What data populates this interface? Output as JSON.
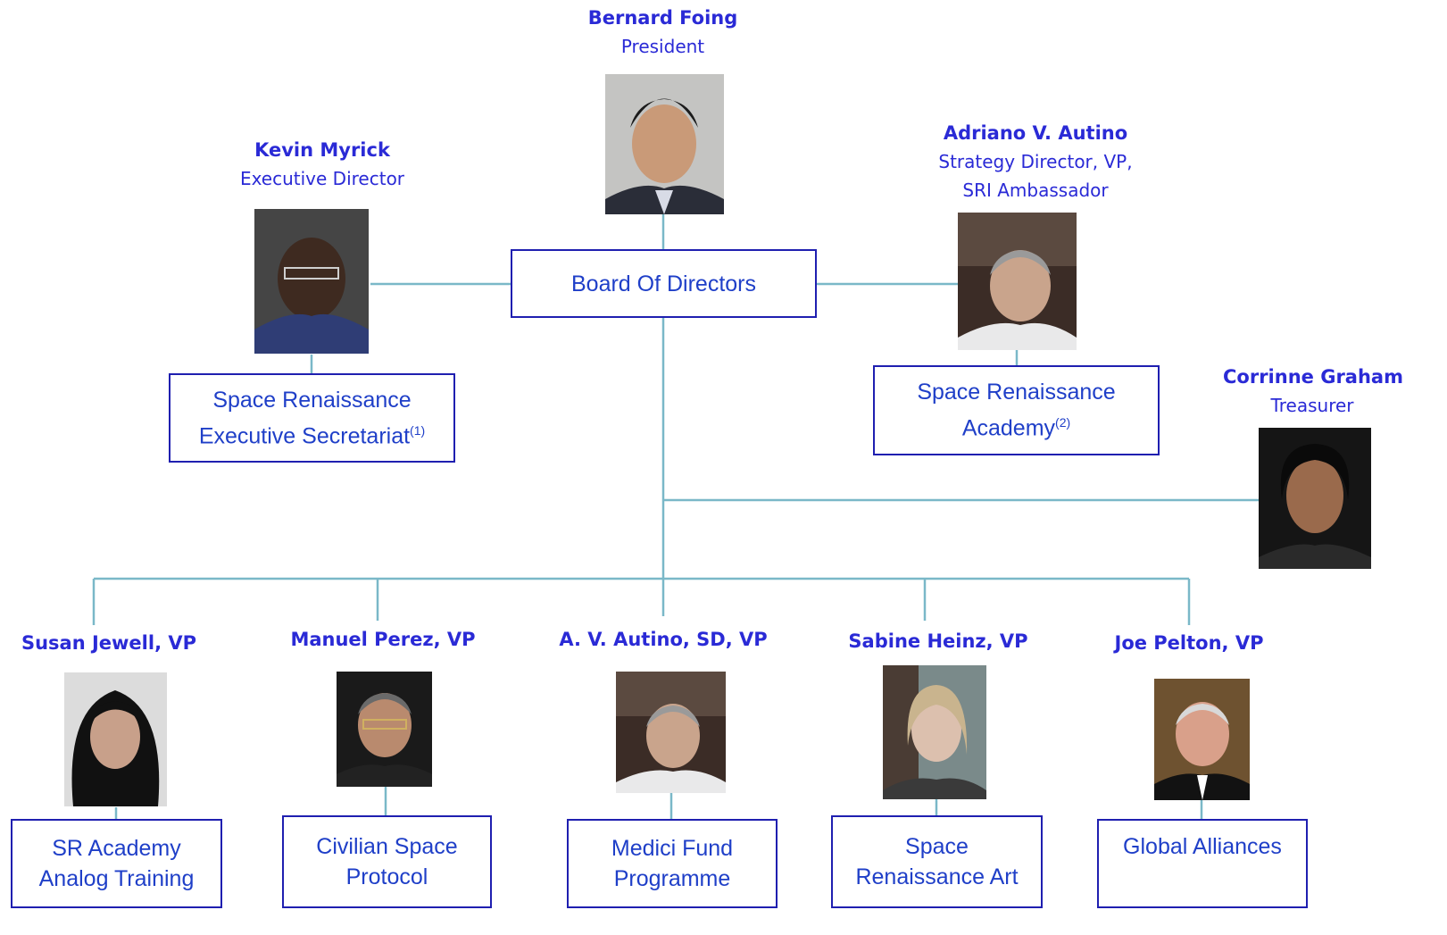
{
  "people": {
    "president": {
      "name": "Bernard Foing",
      "role": "President"
    },
    "executive_director": {
      "name": "Kevin Myrick",
      "role": "Executive Director"
    },
    "strategy_director": {
      "name": "Adriano V. Autino",
      "role_line1": "Strategy Director, VP,",
      "role_line2": "SRI Ambassador"
    },
    "treasurer": {
      "name": "Corrinne Graham",
      "role": "Treasurer"
    },
    "vp1": {
      "name": "Susan Jewell, VP"
    },
    "vp2": {
      "name": "Manuel Perez, VP"
    },
    "vp3": {
      "name": "A. V. Autino, SD, VP"
    },
    "vp4": {
      "name": "Sabine Heinz, VP"
    },
    "vp5": {
      "name": "Joe Pelton, VP"
    }
  },
  "boxes": {
    "board": "Board Of Directors",
    "secretariat_line1": "Space Renaissance",
    "secretariat_line2": "Executive Secretariat",
    "secretariat_note": "(1)",
    "academy_line1": "Space Renaissance",
    "academy_line2": "Academy",
    "academy_note": "(2)",
    "analog_line1": "SR Academy",
    "analog_line2": "Analog Training",
    "protocol_line1": "Civilian Space",
    "protocol_line2": "Protocol",
    "medici_line1": "Medici Fund",
    "medici_line2": "Programme",
    "art_line1": "Space",
    "art_line2": "Renaissance Art",
    "alliances": "Global Alliances"
  },
  "colors": {
    "connector": "#7ab8c8",
    "name_text": "#2a2ad6",
    "box_border": "#1f1fb0",
    "box_text": "#1f3fc8"
  }
}
